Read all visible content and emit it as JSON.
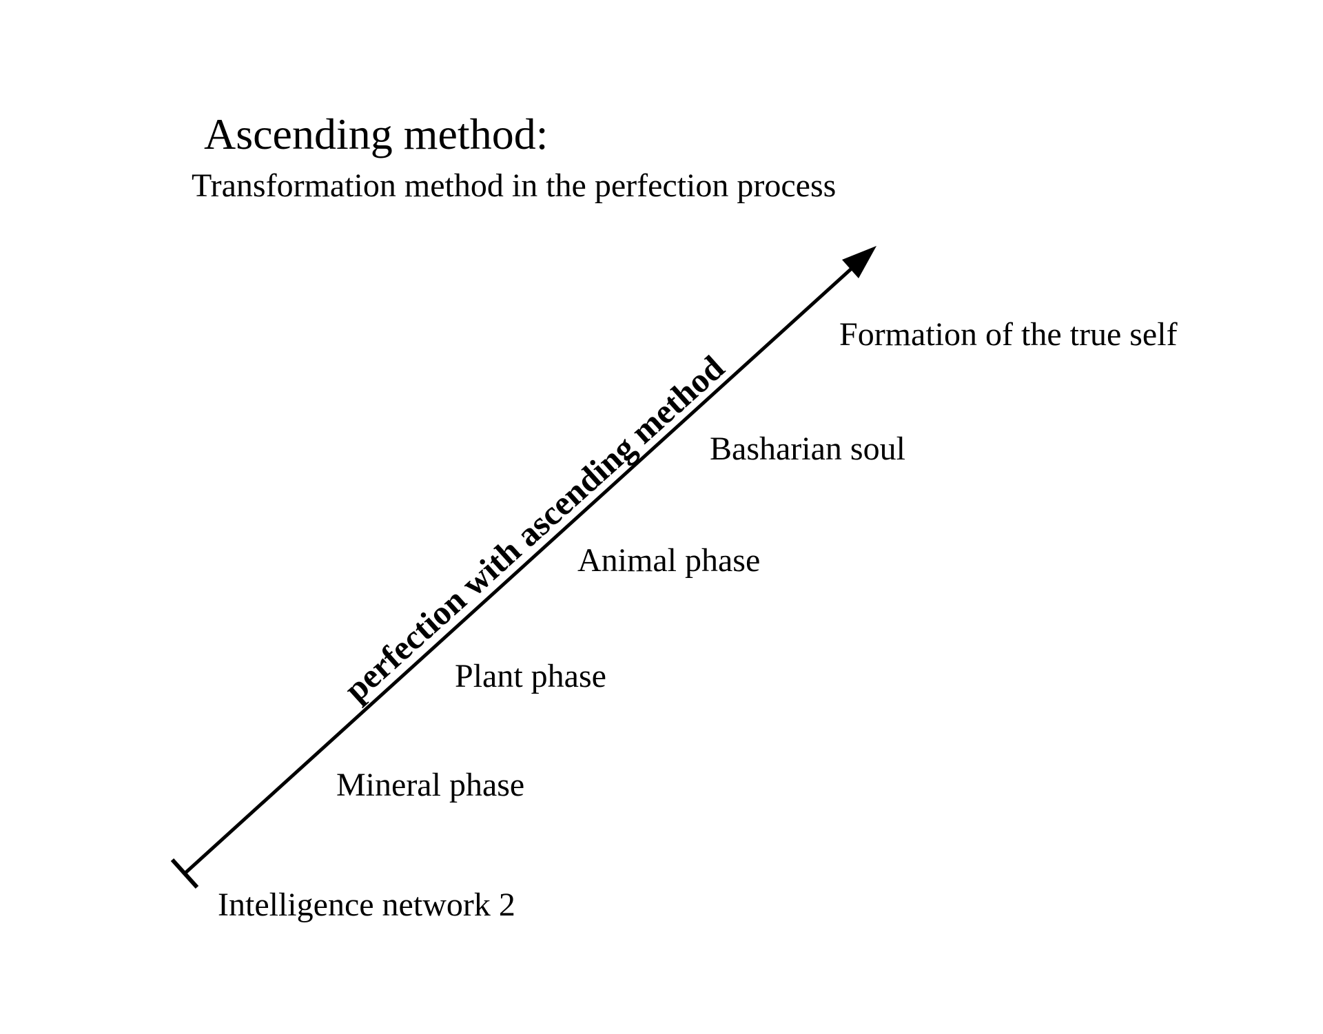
{
  "background": "#ffffff",
  "ink": "#000000",
  "header": {
    "title": "Ascending method:",
    "subtitle": "Transformation method in the perfection process"
  },
  "arrow": {
    "label": "perfection with ascending method"
  },
  "stages": [
    {
      "label": "Intelligence network 2"
    },
    {
      "label": "Mineral phase"
    },
    {
      "label": "Plant phase"
    },
    {
      "label": "Animal phase"
    },
    {
      "label": "Basharian soul"
    },
    {
      "label": "Formation of the true self"
    }
  ]
}
